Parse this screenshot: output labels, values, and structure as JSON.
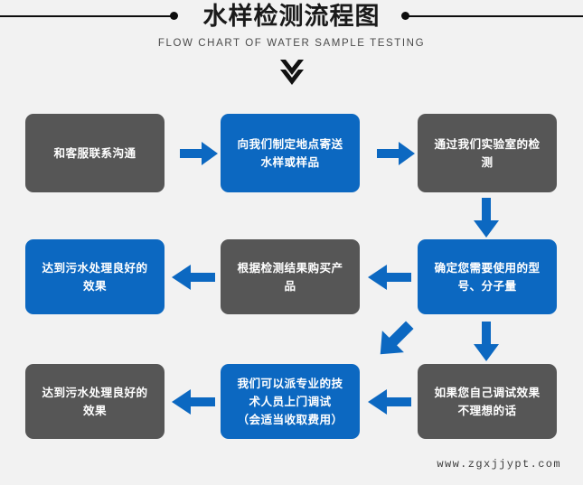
{
  "header": {
    "title_cn": "水样检测流程图",
    "title_en": "FLOW CHART OF WATER SAMPLE TESTING",
    "chevron_icon": "double-chevron-down-icon",
    "rule_color": "#0d0d0d"
  },
  "theme": {
    "background": "#f2f2f2",
    "gray": "#565656",
    "blue": "#0c68c1",
    "text_on_box": "#ffffff"
  },
  "flow": {
    "rows": [
      {
        "boxes": [
          {
            "id": "step-1",
            "label": "和客服联系沟通",
            "color": "gray"
          },
          {
            "id": "step-2",
            "label": "向我们制定地点寄送\n水样或样品",
            "color": "blue"
          },
          {
            "id": "step-3",
            "label": "通过我们实验室的检\n测",
            "color": "gray"
          }
        ]
      },
      {
        "boxes": [
          {
            "id": "step-6",
            "label": "达到污水处理良好的\n效果",
            "color": "blue"
          },
          {
            "id": "step-5",
            "label": "根据检测结果购买产\n品",
            "color": "gray"
          },
          {
            "id": "step-4",
            "label": "确定您需要使用的型\n号、分子量",
            "color": "blue"
          }
        ]
      },
      {
        "boxes": [
          {
            "id": "step-9",
            "label": "达到污水处理良好的\n效果",
            "color": "gray"
          },
          {
            "id": "step-8",
            "label": "我们可以派专业的技\n术人员上门调试\n（会适当收取费用）",
            "color": "blue"
          },
          {
            "id": "step-7",
            "label": "如果您自己调试效果\n不理想的话",
            "color": "gray"
          }
        ]
      }
    ],
    "arrows": [
      {
        "id": "arrow-r1-a",
        "icon": "arrow-right-icon"
      },
      {
        "id": "arrow-r1-b",
        "icon": "arrow-right-icon"
      },
      {
        "id": "arrow-down-r1-r2",
        "icon": "arrow-down-icon"
      },
      {
        "id": "arrow-r2-a",
        "icon": "arrow-left-icon"
      },
      {
        "id": "arrow-r2-b",
        "icon": "arrow-left-icon"
      },
      {
        "id": "arrow-down-r2-r3",
        "icon": "arrow-down-icon"
      },
      {
        "id": "arrow-diagonal",
        "icon": "arrow-down-left-icon"
      },
      {
        "id": "arrow-r3-a",
        "icon": "arrow-left-icon"
      },
      {
        "id": "arrow-r3-b",
        "icon": "arrow-left-icon"
      }
    ]
  },
  "footer": {
    "watermark": "www.zgxjjypt.com"
  }
}
